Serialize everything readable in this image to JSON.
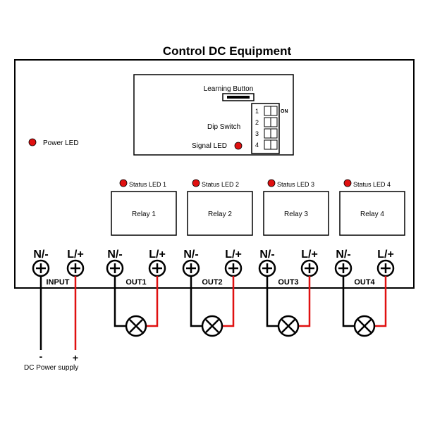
{
  "title": "Control DC Equipment",
  "panel": {
    "learning_button_label": "Learning Button",
    "dip_switch_label": "Dip Switch",
    "dip_on_label": "ON",
    "dip_numbers": [
      "1",
      "2",
      "3",
      "4"
    ],
    "signal_led_label": "Signal LED",
    "power_led_label": "Power LED"
  },
  "status_leds": [
    "Status LED 1",
    "Status LED 2",
    "Status LED 3",
    "Status LED 4"
  ],
  "relays": [
    "Relay 1",
    "Relay 2",
    "Relay 3",
    "Relay 4"
  ],
  "terminals": {
    "neg_label": "N/-",
    "pos_label": "L/+",
    "group_labels": [
      "INPUT",
      "OUT1",
      "OUT2",
      "OUT3",
      "OUT4"
    ]
  },
  "power_supply": {
    "minus": "-",
    "plus": "+",
    "label": "DC Power supply"
  },
  "colors": {
    "led": "#e01010",
    "positive_wire": "#e01010",
    "negative_wire": "#000000"
  }
}
